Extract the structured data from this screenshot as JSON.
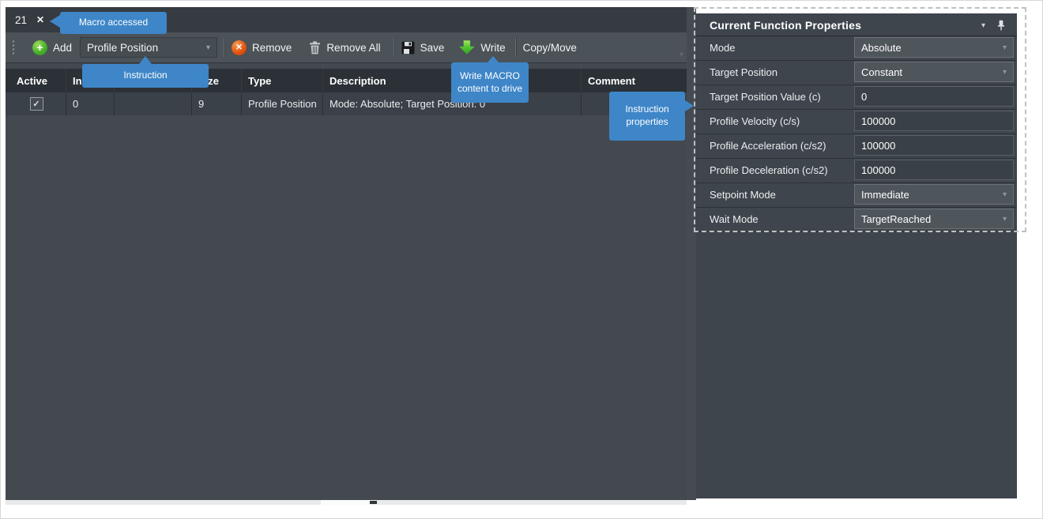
{
  "tab": {
    "label": "21"
  },
  "icons": {
    "close": "✕",
    "plus": "+",
    "cross": "✕",
    "check": "✓",
    "chevron_down": "▾"
  },
  "toolbar": {
    "add_label": "Add",
    "instruction_combo_value": "Profile Position",
    "remove_label": "Remove",
    "remove_all_label": "Remove All",
    "save_label": "Save",
    "write_label": "Write",
    "copy_move_label": "Copy/Move"
  },
  "table": {
    "columns": [
      "Active",
      "Index",
      "",
      "Size",
      "Type",
      "Description",
      "Comment"
    ],
    "rows": [
      {
        "active": "✓",
        "index": "0",
        "hidden": "",
        "size": "9",
        "type": "Profile Position",
        "description": "Mode: Absolute; Target Position: 0",
        "comment": ""
      }
    ]
  },
  "properties_panel": {
    "title": "Current Function Properties",
    "rows": [
      {
        "label": "Mode",
        "value": "Absolute",
        "type": "dropdown"
      },
      {
        "label": "Target Position",
        "value": "Constant",
        "type": "dropdown"
      },
      {
        "label": "Target Position Value (c)",
        "value": "0",
        "type": "input"
      },
      {
        "label": "Profile Velocity (c/s)",
        "value": "100000",
        "type": "input"
      },
      {
        "label": "Profile Acceleration (c/s2)",
        "value": "100000",
        "type": "input"
      },
      {
        "label": "Profile Deceleration (c/s2)",
        "value": "100000",
        "type": "input"
      },
      {
        "label": "Setpoint Mode",
        "value": "Immediate",
        "type": "dropdown"
      },
      {
        "label": "Wait Mode",
        "value": "TargetReached",
        "type": "dropdown"
      }
    ]
  },
  "callouts": {
    "macro_accessed": "Macro accessed",
    "instruction": "Instruction",
    "write_macro": "Write MACRO content to drive",
    "instruction_properties": "Instruction properties"
  },
  "colors": {
    "accent_blue": "#3e86c8",
    "toolbar_bg": "#4b5258",
    "grid_header_bg": "#2b3136",
    "panel_bg": "#3e454c",
    "add_green": "#42ad28",
    "remove_red": "#e25310"
  }
}
